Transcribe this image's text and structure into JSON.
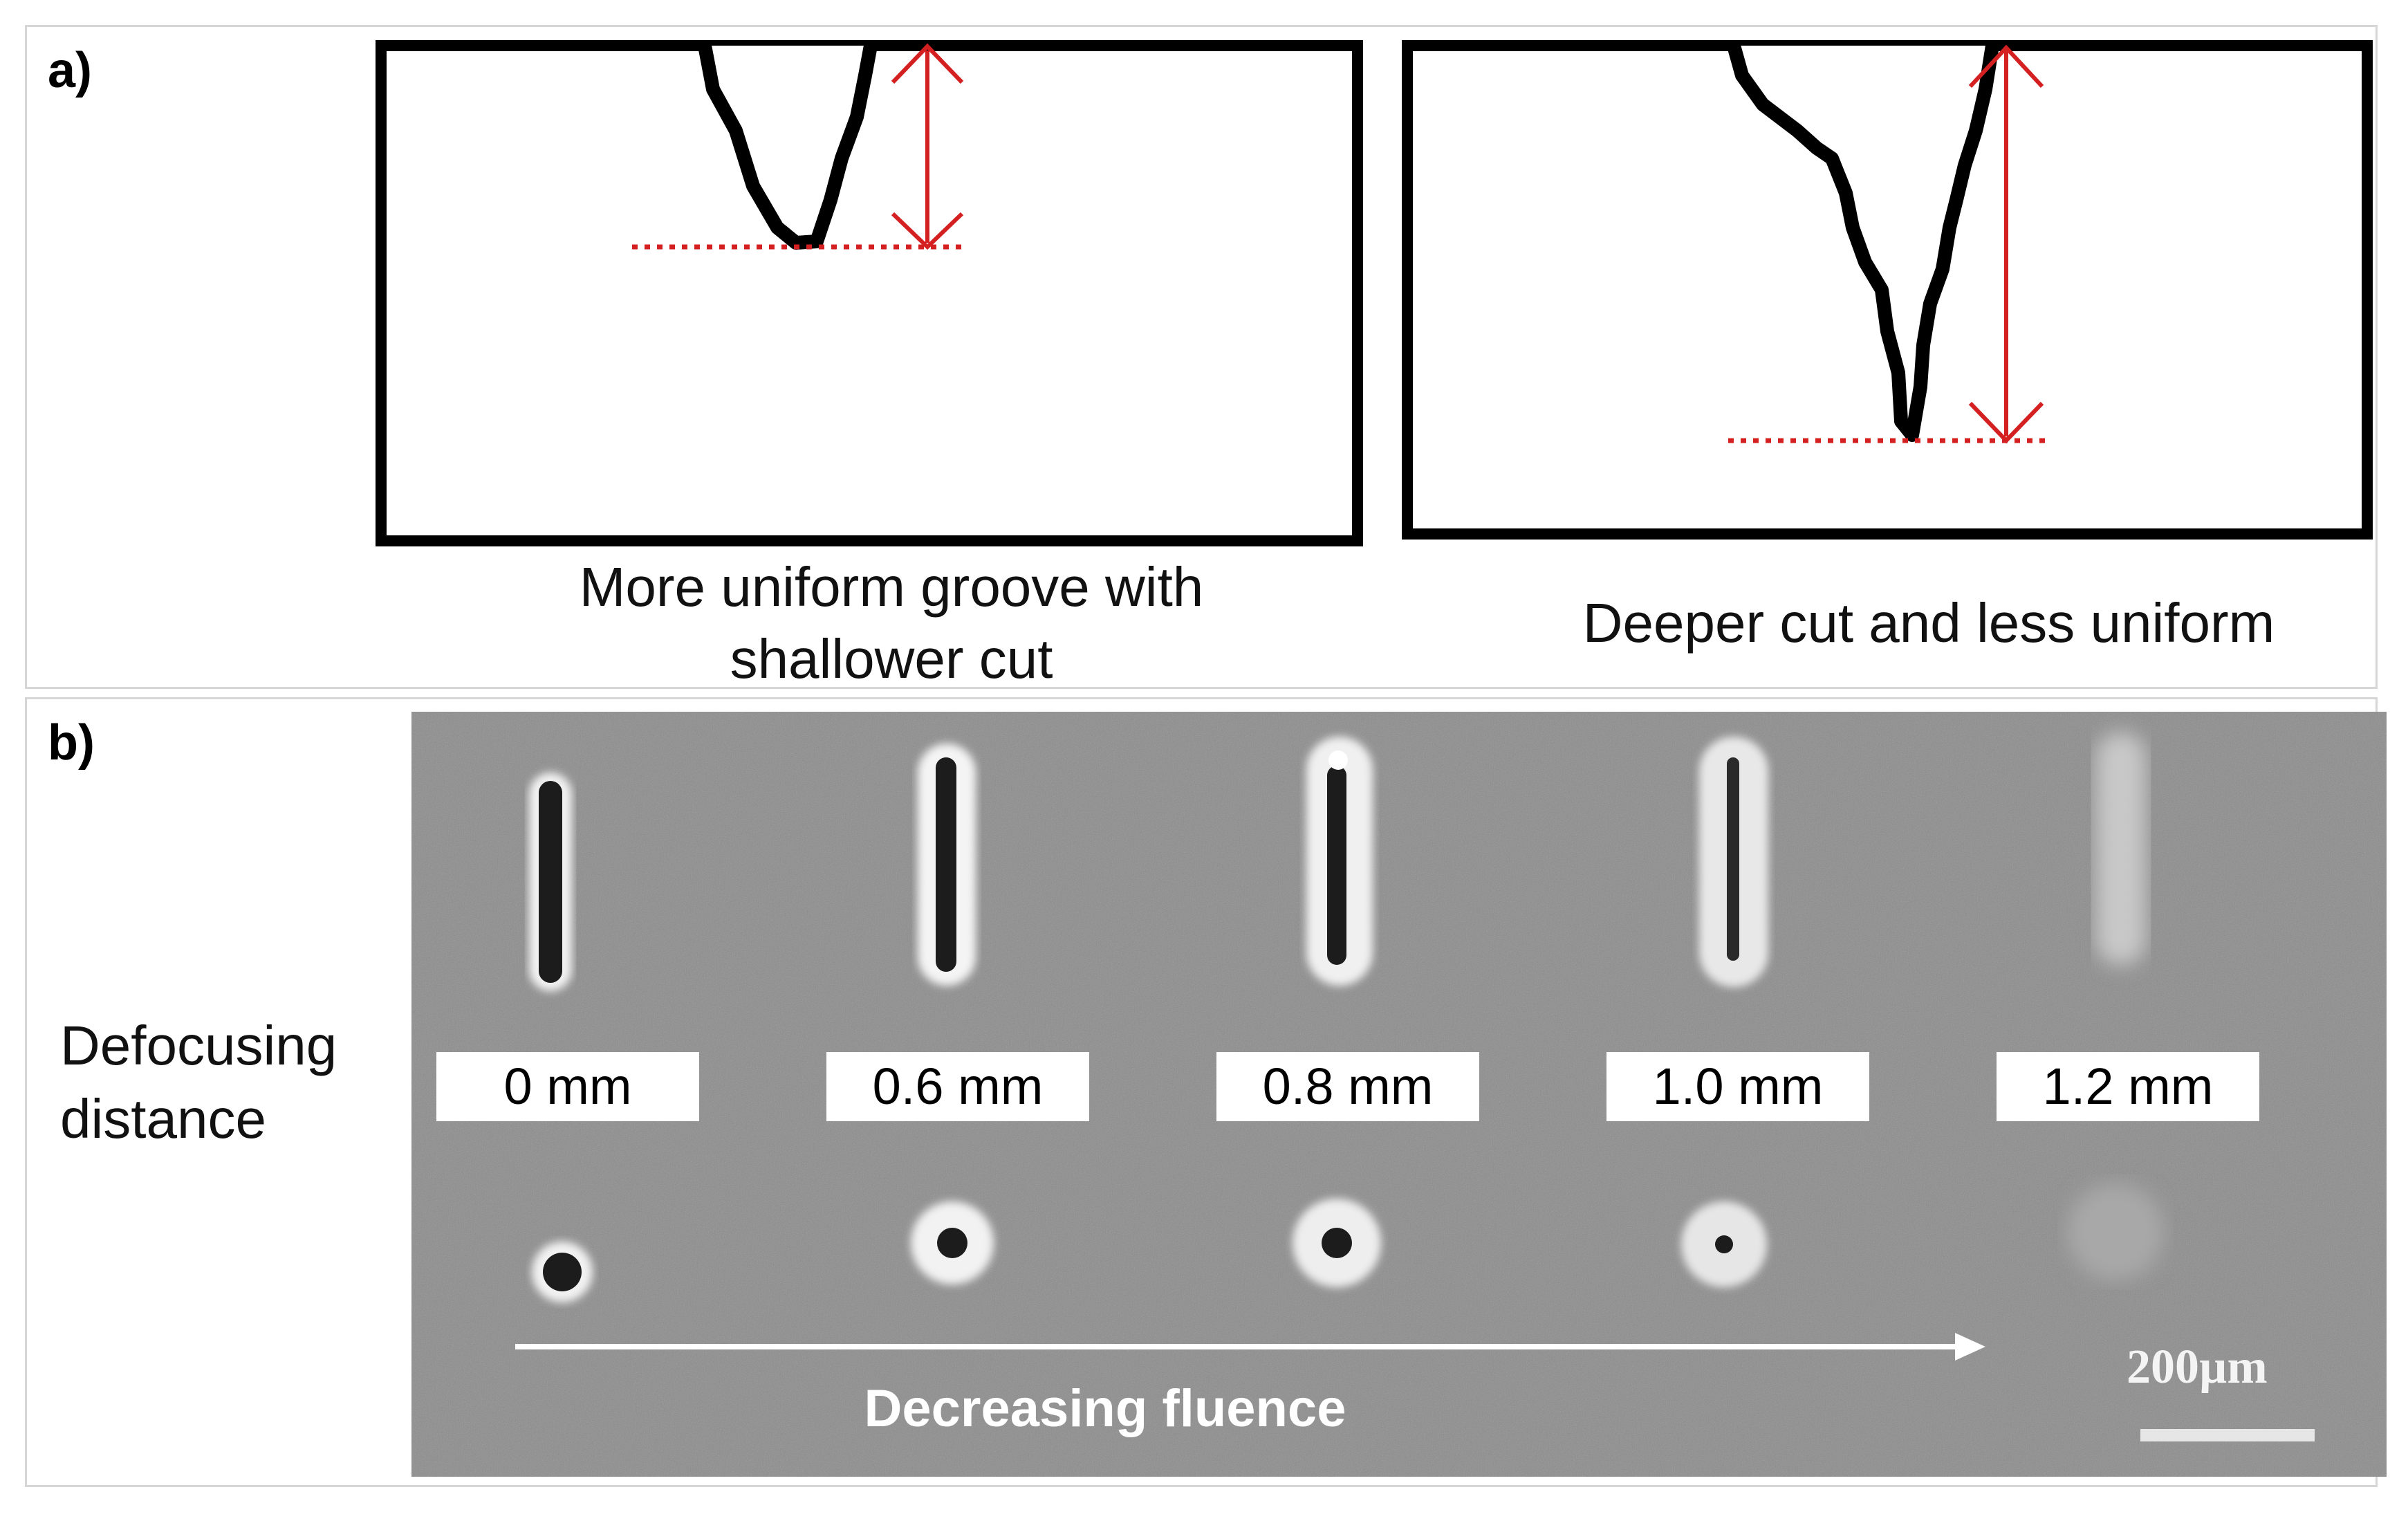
{
  "panel_a": {
    "label": "a)",
    "left_caption": "More uniform groove with\nshallower cut",
    "right_caption": "Deeper cut and less uniform",
    "colors": {
      "outline": "#000000",
      "depth_marker": "#d42020"
    }
  },
  "panel_b": {
    "label": "b)",
    "side_label": "Defocusing\ndistance",
    "distances": [
      "0 mm",
      "0.6 mm",
      "0.8 mm",
      "1.0 mm",
      "1.2 mm"
    ],
    "arrow_label": "Decreasing fluence",
    "scale_bar": "200µm",
    "colors": {
      "background": "#8b8b8b",
      "mark_edge": "#f4f4f4",
      "mark_core": "#1a1a1a"
    }
  }
}
